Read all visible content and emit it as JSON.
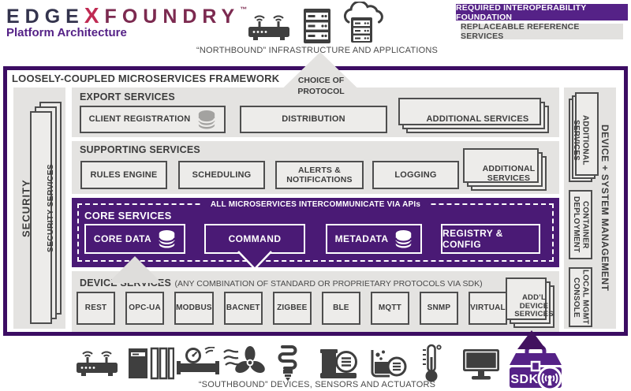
{
  "header": {
    "logo_edge": "EDGE",
    "logo_x": "X",
    "logo_foundry": "FOUNDRY",
    "logo_tm": "™",
    "subtitle": "Platform Architecture"
  },
  "legend": {
    "required": "REQUIRED INTEROPERABILITY FOUNDATION",
    "replaceable": "REPLACEABLE REFERENCE SERVICES"
  },
  "northbound": {
    "caption": "“NORTHBOUND” INFRASTRUCTURE AND APPLICATIONS",
    "icons": [
      "wifi-router",
      "server-rack",
      "cloud-server"
    ]
  },
  "framework": {
    "title": "LOOSELY-COUPLED MICROSERVICES FRAMEWORK",
    "choice_of_protocol": "CHOICE OF PROTOCOL",
    "security": {
      "label": "SECURITY",
      "box": "SECURITY SERVICES"
    },
    "export": {
      "title": "EXPORT SERVICES",
      "boxes": [
        "CLIENT REGISTRATION",
        "DISTRIBUTION",
        "ADDITIONAL SERVICES"
      ]
    },
    "supporting": {
      "title": "SUPPORTING SERVICES",
      "boxes": [
        "RULES ENGINE",
        "SCHEDULING",
        "ALERTS & NOTIFICATIONS",
        "LOGGING",
        "ADDITIONAL SERVICES"
      ]
    },
    "core": {
      "title": "CORE SERVICES",
      "banner": "ALL MICROSERVICES INTERCOMMUNICATE VIA APIs",
      "boxes": [
        "CORE DATA",
        "COMMAND",
        "METADATA",
        "REGISTRY & CONFIG"
      ]
    },
    "device": {
      "title": "DEVICE SERVICES",
      "subtitle": "(ANY COMBINATION OF STANDARD OR PROPRIETARY PROTOCOLS VIA SDK)",
      "protocols": [
        "REST",
        "OPC-UA",
        "MODBUS",
        "BACNET",
        "ZIGBEE",
        "BLE",
        "MQTT",
        "SNMP",
        "VIRTUAL"
      ],
      "addl": "ADD’L DEVICE SERVICES"
    },
    "management": {
      "label": "DEVICE + SYSTEM MANAGEMENT",
      "boxes": [
        "ADDITIONAL SERVICES",
        "CONTAINER DEPLOYMENT",
        "LOCAL MGMT CONSOLE"
      ]
    }
  },
  "southbound": {
    "caption": "“SOUTHBOUND” DEVICES, SENSORS AND ACTUATORS",
    "sdk": "SDK",
    "icons": [
      "wifi-router",
      "plc-controller",
      "pipe-valve",
      "fan",
      "cfl-bulb",
      "pump-motor",
      "tank-sensor",
      "thermometer",
      "monitor",
      "sdk-toolbox"
    ]
  },
  "colors": {
    "purple_frame": "#3c0d63",
    "purple_band": "#4a1a75",
    "purple_bright": "#552287",
    "panel_gray": "#e4e3e1",
    "logo_navy": "#33334d",
    "logo_crimson": "#bf2a52"
  }
}
